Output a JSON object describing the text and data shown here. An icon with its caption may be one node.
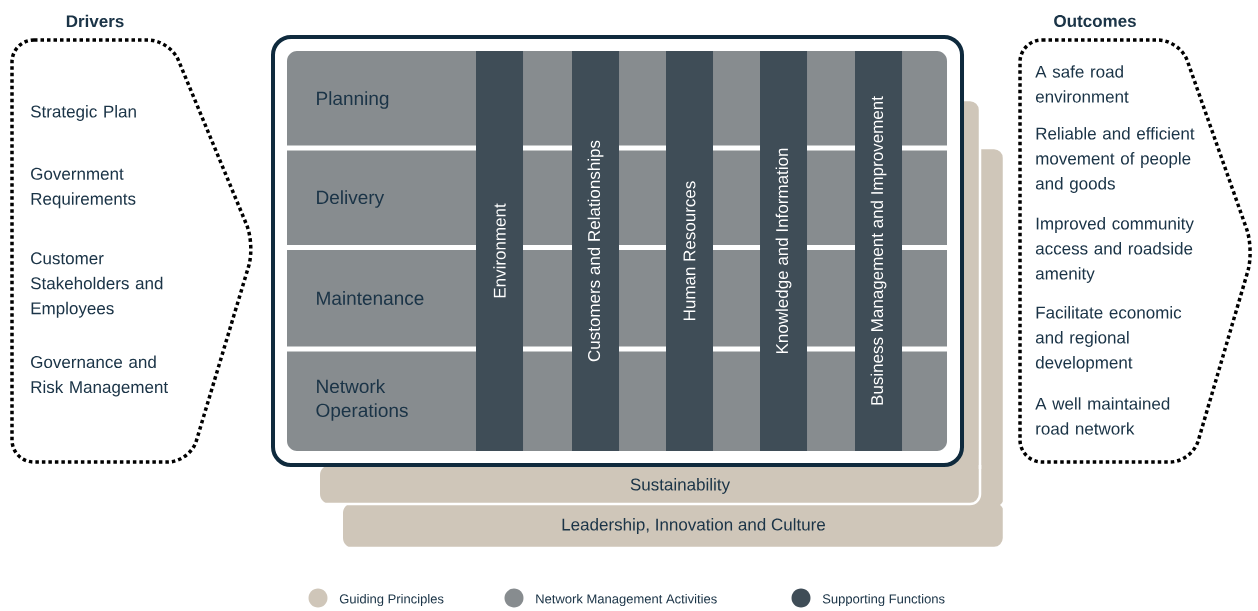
{
  "diagram": {
    "nodes": [
      {
        "text": [
          "Drivers",
          "Strategic Plan",
          "Government Requirements",
          "Customer Stakeholders and Employees",
          "Governance and Risk Management"
        ]
      },
      {
        "text": [],
        "shape": "box"
      },
      {
        "text": [
          "Planning"
        ],
        "in": 1
      },
      {
        "text": [
          "Delivery"
        ],
        "in": 1
      },
      {
        "text": [
          "Maintenance"
        ],
        "in": 1
      },
      {
        "text": [
          "Network Operations"
        ],
        "in": 1
      },
      {
        "text": [
          "Environment"
        ],
        "in": 1
      },
      {
        "text": [
          "Customers and Relationships"
        ],
        "in": 1
      },
      {
        "text": [
          "Human Resources"
        ],
        "in": 1
      },
      {
        "text": [
          "Knowledge and Information"
        ],
        "in": 1
      },
      {
        "text": [
          "Business Management and Improvement"
        ],
        "in": 1
      },
      {
        "text": [
          "Sustainability"
        ]
      },
      {
        "text": [
          "Leadership, Innovation and Culture"
        ]
      },
      {
        "text": [
          "Outcomes",
          "A safe road environment",
          "Reliable and efficient movement of people and goods",
          "Improved community access and roadside amenity",
          "Facilitate economic and regional development",
          "A well maintained road network"
        ]
      }
    ],
    "legend": [
      {
        "text": "Guiding Principles",
        "color": "#cfc6b9"
      },
      {
        "text": "Network Management Activities",
        "color": "#878c8f"
      },
      {
        "text": "Supporting Functions",
        "color": "#3f4d57"
      }
    ]
  }
}
